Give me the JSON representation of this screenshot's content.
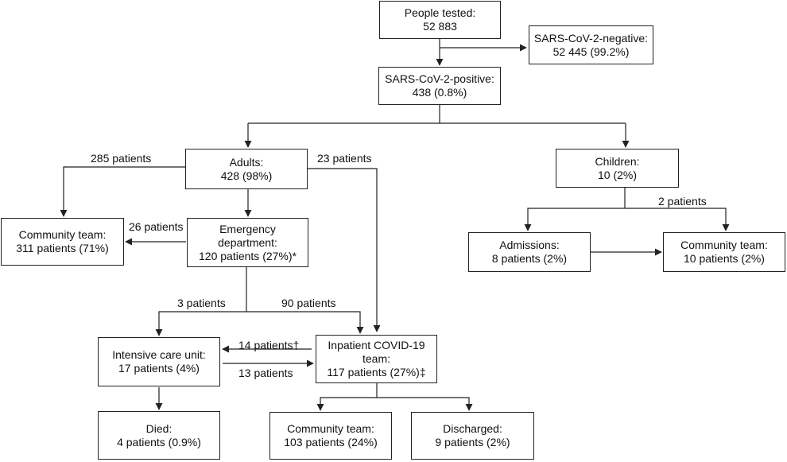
{
  "nodes": {
    "tested": {
      "lines": [
        "People tested:",
        "52 883"
      ]
    },
    "negative": {
      "lines": [
        "SARS-CoV-2-negative:",
        "52 445 (99.2%)"
      ]
    },
    "positive": {
      "lines": [
        "SARS-CoV-2-positive:",
        "438 (0.8%)"
      ]
    },
    "adults": {
      "lines": [
        "Adults:",
        "428 (98%)"
      ]
    },
    "children": {
      "lines": [
        "Children:",
        "10 (2%)"
      ]
    },
    "community_a": {
      "lines": [
        "Community team:",
        "311 patients (71%)"
      ]
    },
    "ed": {
      "lines": [
        "Emergency",
        "department:",
        "120 patients (27%)*"
      ]
    },
    "admissions": {
      "lines": [
        "Admissions:",
        "8 patients (2%)"
      ]
    },
    "community_c": {
      "lines": [
        "Community team:",
        "10 patients (2%)"
      ]
    },
    "icu": {
      "lines": [
        "Intensive care unit:",
        "17 patients (4%)"
      ]
    },
    "inpatient": {
      "lines": [
        "Inpatient COVID-19",
        "team:",
        "117 patients (27%)‡"
      ]
    },
    "died": {
      "lines": [
        "Died:",
        "4 patients (0.9%)"
      ]
    },
    "community_i": {
      "lines": [
        "Community team:",
        "103 patients (24%)"
      ]
    },
    "discharged": {
      "lines": [
        "Discharged:",
        "9 patients (2%)"
      ]
    }
  },
  "edge_labels": {
    "adults_to_community": "285 patients",
    "adults_to_inpatient": "23 patients",
    "ed_to_community": "26 patients",
    "children_to_community": "2 patients",
    "ed_to_icu": "3 patients",
    "ed_to_inpatient": "90 patients",
    "inpatient_to_icu": "14 patients†",
    "icu_to_inpatient": "13 patients"
  }
}
